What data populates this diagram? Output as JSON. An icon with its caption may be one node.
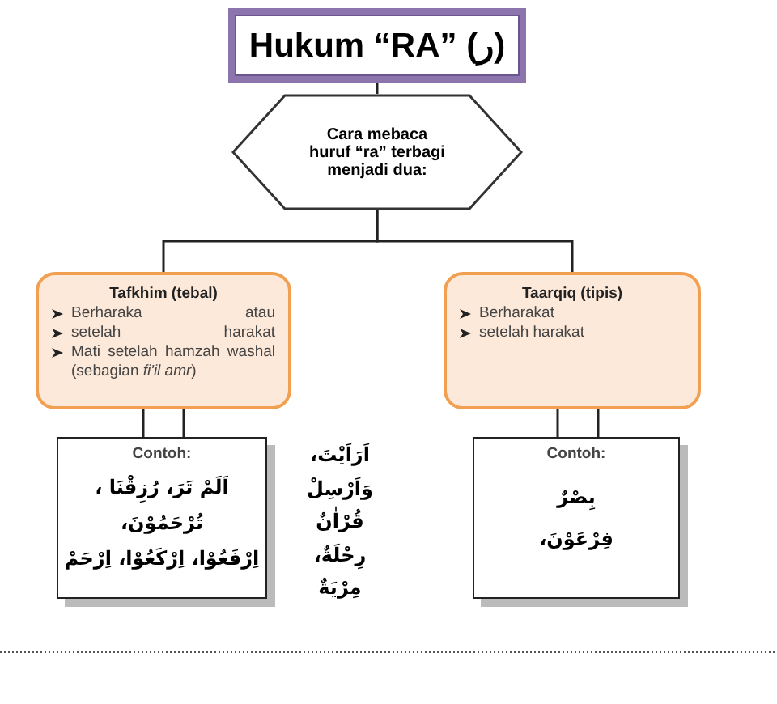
{
  "diagram": {
    "nodes": [
      {
        "text": [
          "Hukum “RA” (ر)"
        ]
      },
      {
        "text": [
          "Cara mebaca huruf “ra” terbagi menjadi dua:"
        ]
      },
      {
        "text": [
          "Tafkhim (tebal)",
          "Berharaka atau",
          "setelah harakat",
          "Mati setelah hamzah washal (sebagian *fi'il amr*)"
        ]
      },
      {
        "text": [
          "Taarqiq (tipis)",
          "Berharakat",
          "setelah harakat"
        ]
      },
      {
        "text": [
          "Contoh:",
          "اَلَمْ تَرَ، رُزِقْنَا ،",
          "تُرْحَمُوْنَ،",
          "اِرْفَعُوْا، اِرْكَعُوْا، اِرْحَمْ"
        ]
      },
      {
        "text": [
          "Contoh:",
          "بِصْرٌ",
          "فِرْعَوْنَ،"
        ]
      }
    ],
    "edges": [
      {
        "from": 0,
        "to": 1,
        "arrow": "none"
      },
      {
        "from": 1,
        "to": 2,
        "arrow": "none"
      },
      {
        "from": 1,
        "to": 3,
        "arrow": "none"
      },
      {
        "from": 2,
        "to": 4,
        "arrow": "none"
      },
      {
        "from": 2,
        "to": 4,
        "arrow": "none"
      },
      {
        "from": 3,
        "to": 5,
        "arrow": "none"
      },
      {
        "from": 3,
        "to": 5,
        "arrow": "none"
      }
    ],
    "labels": [
      "اَرَاَيْتَ،",
      "وَاَرْسِلْ",
      "قُرْاٰنٌ",
      "رِحْلَةٌ،",
      "مِرْيَةٌ"
    ]
  }
}
